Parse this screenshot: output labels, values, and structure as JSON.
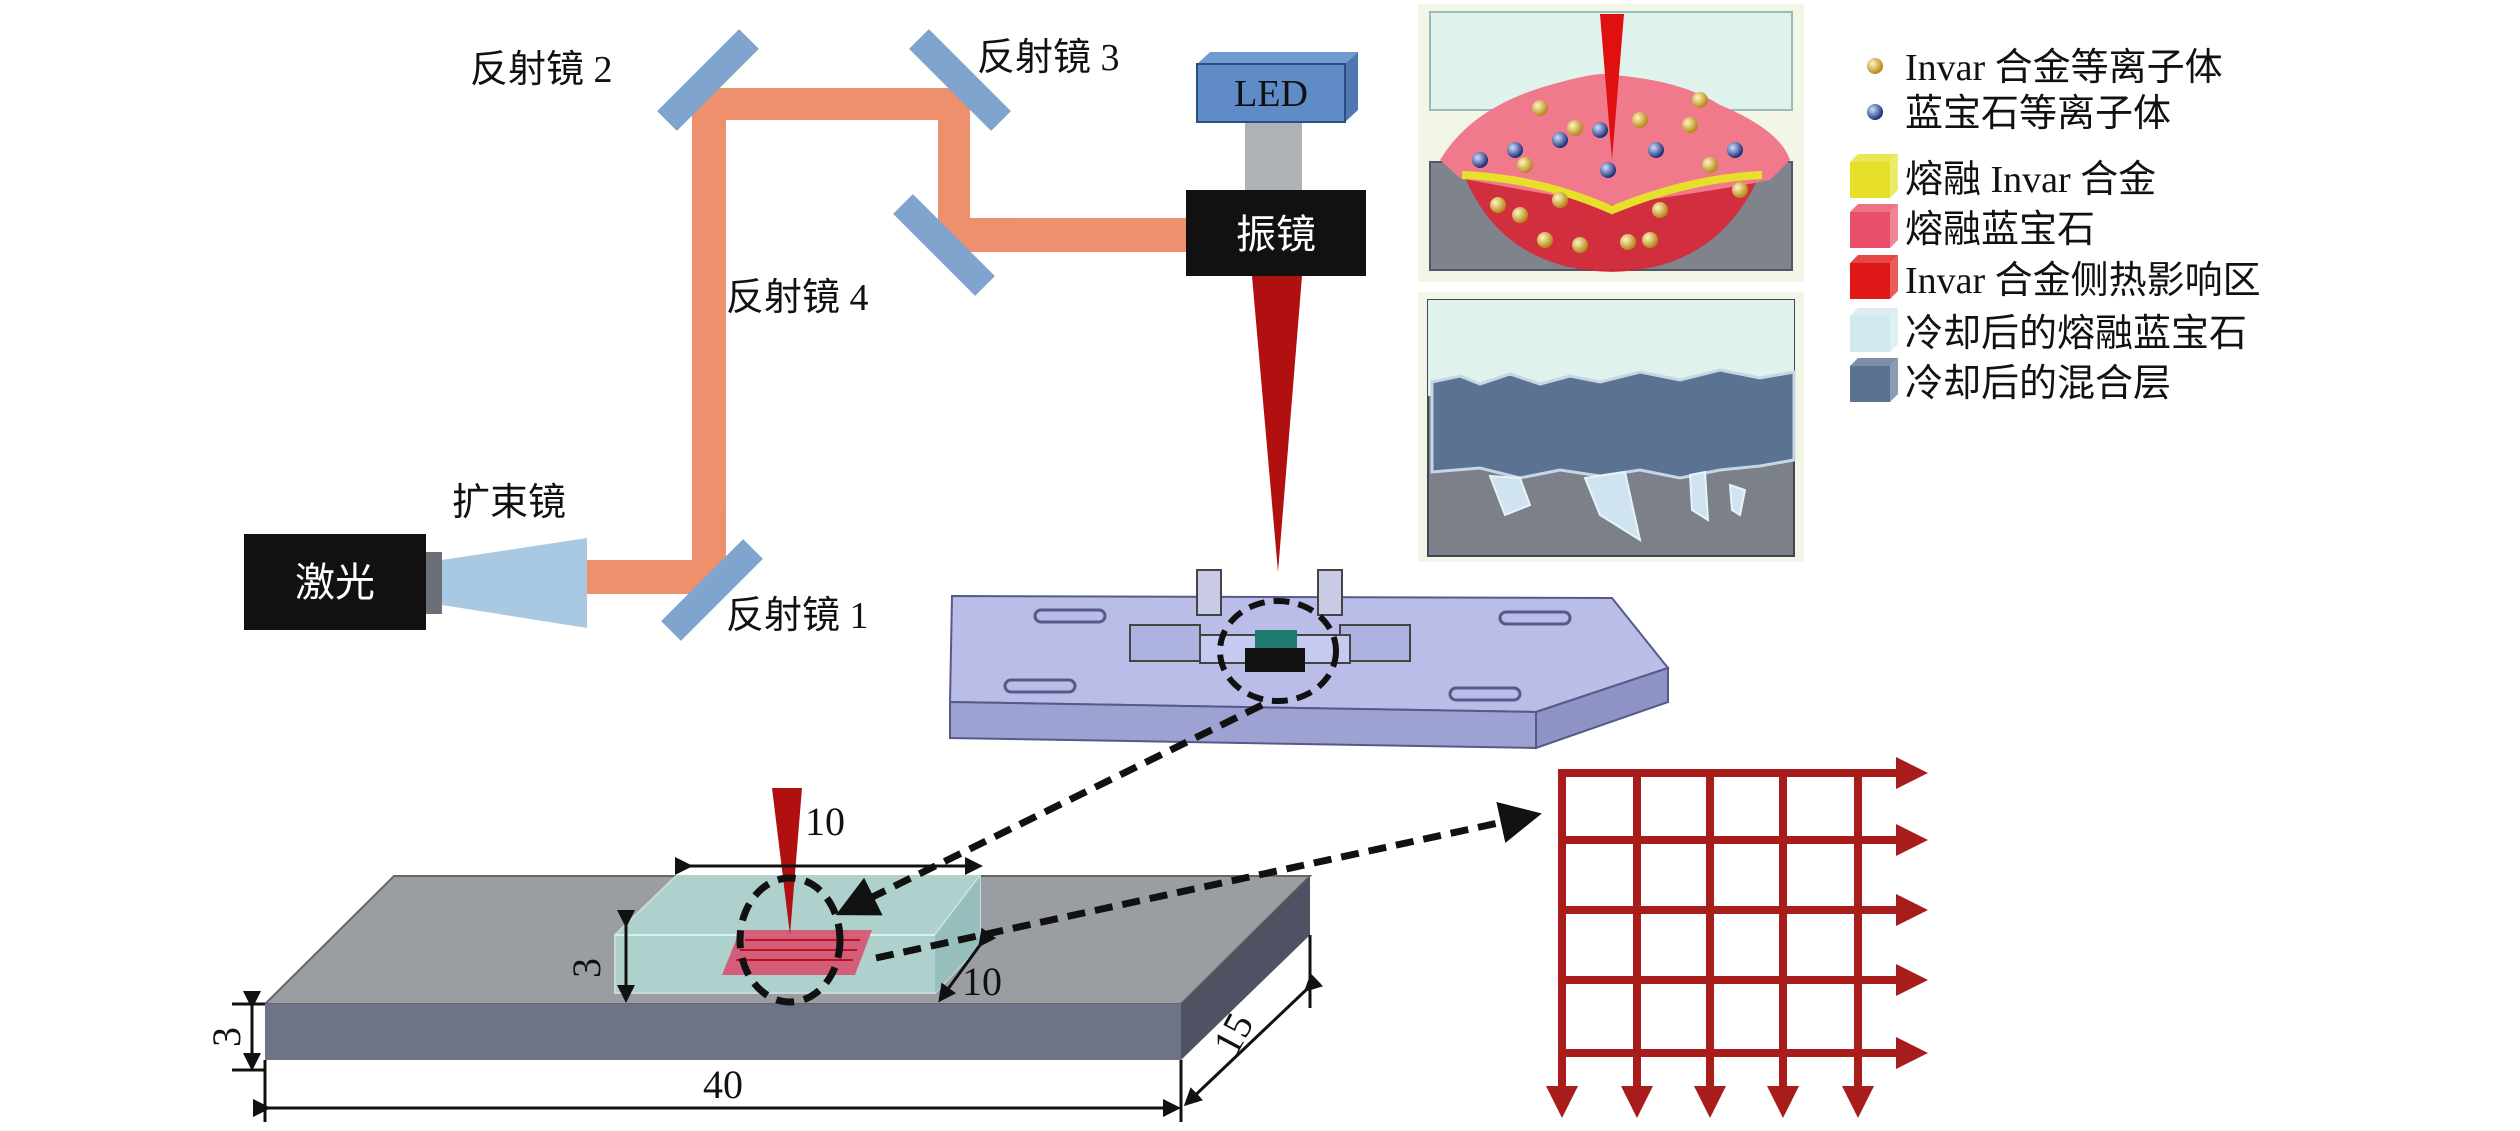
{
  "optics": {
    "laser": "激光",
    "expander": "扩束镜",
    "mirror1": "反射镜 1",
    "mirror2": "反射镜 2",
    "mirror3": "反射镜 3",
    "mirror4": "反射镜 4",
    "led": "LED",
    "galvo": "振镜"
  },
  "dimensions": {
    "block_length": "40",
    "block_width": "15",
    "block_height": "3",
    "sapphire_length": "10",
    "sapphire_width": "10",
    "sapphire_height": "3"
  },
  "legend": {
    "items": [
      {
        "label": "Invar 合金等离子体",
        "marker": "gold-sphere",
        "color": "#d4a52a"
      },
      {
        "label": "蓝宝石等离子体",
        "marker": "blue-sphere",
        "color": "#2a3f8f"
      },
      {
        "label": "熔融 Invar 合金",
        "marker": "box",
        "color": "#e6e02a"
      },
      {
        "label": "熔融蓝宝石",
        "marker": "box",
        "color": "#e8506a"
      },
      {
        "label": "Invar 合金侧热影响区",
        "marker": "box",
        "color": "#e01818"
      },
      {
        "label": "冷却后的熔融蓝宝石",
        "marker": "box",
        "color": "#cfe9ef"
      },
      {
        "label": "冷却后的混合层",
        "marker": "box",
        "color": "#5a7392"
      }
    ]
  },
  "colors": {
    "beam": "#ee8a66",
    "mirror": "#7fa5cf",
    "laser_red": "#b01010",
    "grid_red": "#a81c1c",
    "block_top": "#9a9ea2",
    "block_front": "#6e7386"
  }
}
